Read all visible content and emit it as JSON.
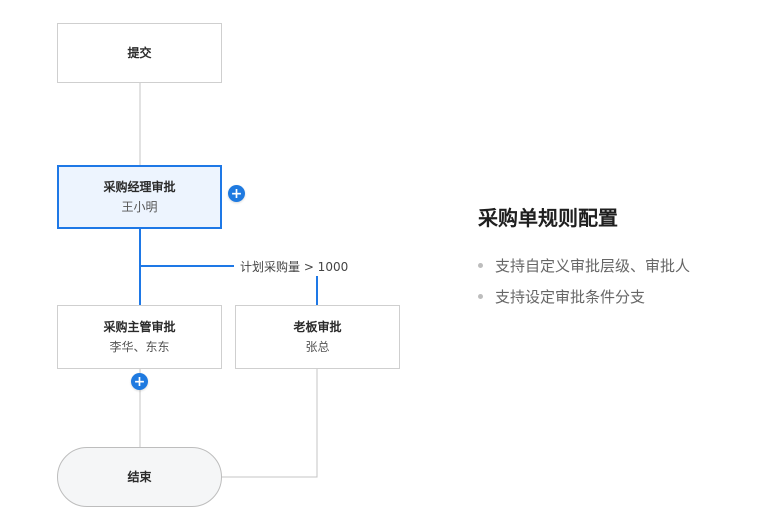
{
  "flow": {
    "submit": {
      "title": "提交"
    },
    "manager": {
      "title": "采购经理审批",
      "approver": "王小明"
    },
    "supervisor": {
      "title": "采购主管审批",
      "approver": "李华、东东"
    },
    "boss": {
      "title": "老板审批",
      "approver": "张总"
    },
    "end": {
      "title": "结束"
    },
    "condition": "计划采购量 > 1000",
    "add_glyph": "+"
  },
  "info": {
    "title": "采购单规则配置",
    "features": [
      "支持自定义审批层级、审批人",
      "支持设定审批条件分支"
    ]
  },
  "colors": {
    "accent": "#1e78e6",
    "active_bg": "#edf4fe",
    "connector": "#c4c4c4"
  }
}
